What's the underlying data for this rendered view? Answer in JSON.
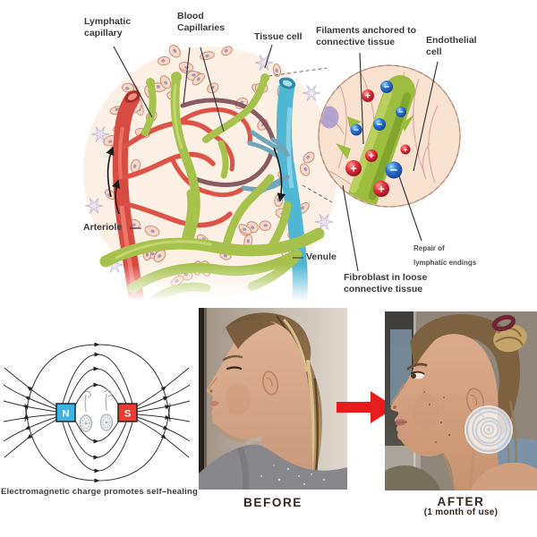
{
  "anatomy_diagram": {
    "labels": {
      "lymphatic_capillary": "Lymphatic capillary",
      "blood_capillaries": "Blood Capillaries",
      "tissue_cell": "Tissue cell",
      "filaments_anchored": "Filaments anchored to connective tissue",
      "endothelial_cell": "Endothelial cell",
      "arteriole": "Arteriole",
      "venule": "Venule",
      "repair_line1": "Repair of",
      "repair_line2": "lymphatic endings",
      "fibroblast": "Fibroblast in loose connective tissue"
    },
    "inset": {
      "plus_symbol": "+",
      "minus_symbol": "−",
      "positive_count": 5,
      "negative_count": 5
    },
    "colors": {
      "arteriole": "#d84b40",
      "venule": "#4fb6d4",
      "lymphatic": "#a6c24d",
      "tissue_cell_fill": "#f6d9c4",
      "tissue_cell_outline": "#cf8d7b",
      "nucleus": "#9a8cc0",
      "positive_charge": "#d92b3e",
      "negative_charge": "#2a6fd4"
    }
  },
  "em_diagram": {
    "north_label": "N",
    "south_label": "S",
    "caption": "Electromagnetic charge promotes self–healing",
    "north_color": "#3cb4e6",
    "south_color": "#ee3a30"
  },
  "comparison": {
    "before_label": "BEFORE",
    "after_label": "AFTER",
    "after_note": "(1 month of use)",
    "arrow_color": "#e81c1c"
  }
}
